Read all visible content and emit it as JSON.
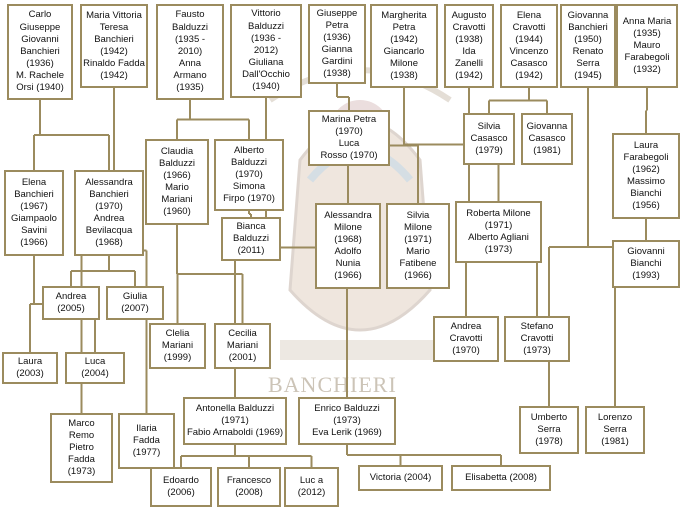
{
  "watermark_text": "BANCHIERI",
  "people": [
    {
      "id": "b01",
      "lines": [
        "Carlo",
        "Giuseppe",
        "Giovanni",
        "Banchieri",
        "(1936)",
        "M. Rachele",
        "Orsi (1940)"
      ]
    },
    {
      "id": "b02",
      "lines": [
        "Maria Vittoria",
        "Teresa",
        "Banchieri",
        "(1942)",
        "Rinaldo Fadda",
        "(1942)"
      ]
    },
    {
      "id": "b03",
      "lines": [
        "Fausto",
        "Balduzzi",
        "(1935 -",
        "2010)",
        "Anna",
        "Armano",
        "(1935)"
      ]
    },
    {
      "id": "b04",
      "lines": [
        "Vittorio",
        "Balduzzi",
        "(1936 -",
        "2012)",
        "Giuliana",
        "Dall'Occhio",
        "(1940)"
      ]
    },
    {
      "id": "b05",
      "lines": [
        "Giuseppe",
        "Petra",
        "(1936)",
        "Gianna",
        "Gardini",
        "(1938)"
      ]
    },
    {
      "id": "b06",
      "lines": [
        "Margherita",
        "Petra",
        "(1942)",
        "Giancarlo",
        "Milone",
        "(1938)"
      ]
    },
    {
      "id": "b07",
      "lines": [
        "Augusto",
        "Cravotti",
        "(1938)",
        "Ida",
        "Zanelli",
        "(1942)"
      ]
    },
    {
      "id": "b08",
      "lines": [
        "Elena",
        "Cravotti",
        "(1944)",
        "Vincenzo",
        "Casasco",
        "(1942)"
      ]
    },
    {
      "id": "b09",
      "lines": [
        "Giovanna",
        "Banchieri",
        "(1950)",
        "Renato",
        "Serra",
        "(1945)"
      ]
    },
    {
      "id": "b10",
      "lines": [
        "Anna Maria",
        "(1935)",
        "Mauro",
        "Farabegoli",
        "(1932)"
      ]
    },
    {
      "id": "b11",
      "lines": [
        "Marina Petra",
        "(1970)",
        "Luca",
        "Rosso (1970)"
      ]
    },
    {
      "id": "b12",
      "lines": [
        "Silvia",
        "Casasco",
        "(1979)"
      ]
    },
    {
      "id": "b13",
      "lines": [
        "Giovanna",
        "Casasco",
        "(1981)"
      ]
    },
    {
      "id": "b14",
      "lines": [
        "Claudia",
        "Balduzzi",
        "(1966)",
        "Mario",
        "Mariani",
        "(1960)"
      ]
    },
    {
      "id": "b15",
      "lines": [
        "Alberto",
        "Balduzzi",
        "(1970)",
        "Simona",
        "Firpo (1970)"
      ]
    },
    {
      "id": "b16",
      "lines": [
        "Laura",
        "Farabegoli",
        "(1962)",
        "Massimo",
        "Bianchi",
        "(1956)"
      ]
    },
    {
      "id": "b17",
      "lines": [
        "Elena",
        "Banchieri",
        "(1967)",
        "Giampaolo",
        "Savini",
        "(1966)"
      ]
    },
    {
      "id": "b18",
      "lines": [
        "Alessandra",
        "Banchieri",
        "(1970)",
        "Andrea",
        "Bevilacqua",
        "(1968)"
      ]
    },
    {
      "id": "b19",
      "lines": [
        "Alessandra",
        "Milone",
        "(1968)",
        "Adolfo",
        "Nunia",
        "(1966)"
      ]
    },
    {
      "id": "b20",
      "lines": [
        "Silvia",
        "Milone",
        "(1971)",
        "Mario",
        "Fatibene",
        "(1966)"
      ]
    },
    {
      "id": "b21",
      "lines": [
        "Roberta Milone",
        "(1971)",
        "Alberto Agliani",
        "(1973)"
      ]
    },
    {
      "id": "b22",
      "lines": [
        "Bianca",
        "Balduzzi",
        "(2011)"
      ]
    },
    {
      "id": "b23",
      "lines": [
        "Giovanni",
        "Bianchi",
        "(1993)"
      ]
    },
    {
      "id": "b24",
      "lines": [
        "Andrea",
        "(2005)"
      ]
    },
    {
      "id": "b25",
      "lines": [
        "Giulia",
        "(2007)"
      ]
    },
    {
      "id": "b26",
      "lines": [
        "Clelia",
        "Mariani",
        "(1999)"
      ]
    },
    {
      "id": "b27",
      "lines": [
        "Cecilia",
        "Mariani",
        "(2001)"
      ]
    },
    {
      "id": "b28",
      "lines": [
        "Andrea",
        "Cravotti",
        "(1970)"
      ]
    },
    {
      "id": "b29",
      "lines": [
        "Stefano",
        "Cravotti",
        "(1973)"
      ]
    },
    {
      "id": "b30",
      "lines": [
        "Laura",
        "(2003)"
      ]
    },
    {
      "id": "b31",
      "lines": [
        "Luca",
        "(2004)"
      ]
    },
    {
      "id": "b32",
      "lines": [
        "Antonella Balduzzi",
        "(1971)",
        "Fabio Arnaboldi (1969)"
      ]
    },
    {
      "id": "b33",
      "lines": [
        "Enrico Balduzzi",
        "(1973)",
        "Eva Lerik (1969)"
      ]
    },
    {
      "id": "b34",
      "lines": [
        "Umberto",
        "Serra",
        "(1978)"
      ]
    },
    {
      "id": "b35",
      "lines": [
        "Lorenzo",
        "Serra",
        "(1981)"
      ]
    },
    {
      "id": "b36",
      "lines": [
        "Marco",
        "Remo",
        "Pietro",
        "Fadda",
        "(1973)"
      ]
    },
    {
      "id": "b37",
      "lines": [
        "Ilaria",
        "Fadda",
        "(1977)"
      ]
    },
    {
      "id": "b38",
      "lines": [
        "Victoria (2004)"
      ]
    },
    {
      "id": "b39",
      "lines": [
        "Elisabetta (2008)"
      ]
    },
    {
      "id": "b40",
      "lines": [
        "Edoardo",
        "(2006)"
      ]
    },
    {
      "id": "b41",
      "lines": [
        "Francesco",
        "(2008)"
      ]
    },
    {
      "id": "b42",
      "lines": [
        "Luc a",
        "(2012)"
      ]
    }
  ],
  "connections": [
    [
      "b01",
      "b17"
    ],
    [
      "b01",
      "b18"
    ],
    [
      "b02",
      "b36"
    ],
    [
      "b02",
      "b37"
    ],
    [
      "b03",
      "b14"
    ],
    [
      "b03",
      "b15"
    ],
    [
      "b04",
      "b32"
    ],
    [
      "b04",
      "b33"
    ],
    [
      "b05",
      "b11"
    ],
    [
      "b06",
      "b19"
    ],
    [
      "b06",
      "b20"
    ],
    [
      "b06",
      "b21"
    ],
    [
      "b07",
      "b28"
    ],
    [
      "b07",
      "b29"
    ],
    [
      "b08",
      "b12"
    ],
    [
      "b08",
      "b13"
    ],
    [
      "b09",
      "b34"
    ],
    [
      "b09",
      "b35"
    ],
    [
      "b10",
      "b16"
    ],
    [
      "b15",
      "b22"
    ],
    [
      "b16",
      "b23"
    ],
    [
      "b17",
      "b30"
    ],
    [
      "b17",
      "b31"
    ],
    [
      "b18",
      "b24"
    ],
    [
      "b18",
      "b25"
    ],
    [
      "b14",
      "b26"
    ],
    [
      "b14",
      "b27"
    ],
    [
      "b33",
      "b38"
    ],
    [
      "b33",
      "b39"
    ],
    [
      "b32",
      "b40"
    ],
    [
      "b32",
      "b41"
    ],
    [
      "b32",
      "b42"
    ]
  ],
  "colors": {
    "border": "#9b8b5e",
    "line": "#9b8b5e",
    "text": "#111111"
  }
}
